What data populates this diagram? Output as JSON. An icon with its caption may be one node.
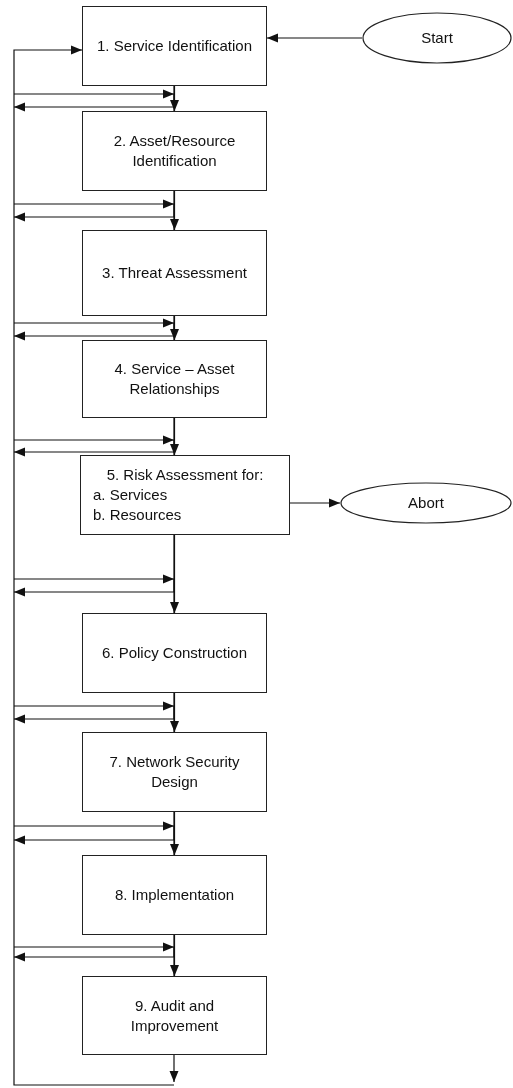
{
  "diagram": {
    "nodes": [
      {
        "text": [
          "1. Service Identification"
        ]
      },
      {
        "text": [
          "2. Asset/Resource Identification"
        ]
      },
      {
        "text": [
          "3. Threat Assessment"
        ]
      },
      {
        "text": [
          "4. Service – Asset Relationships"
        ]
      },
      {
        "text": [
          "5. Risk Assessment for:",
          "a. Services",
          "b. Resources"
        ]
      },
      {
        "text": [
          "6. Policy Construction"
        ]
      },
      {
        "text": [
          "7. Network Security Design"
        ]
      },
      {
        "text": [
          "8. Implementation"
        ]
      },
      {
        "text": [
          "9. Audit and Improvement"
        ]
      },
      {
        "text": [
          "Start"
        ]
      },
      {
        "text": [
          "Abort"
        ]
      }
    ],
    "edges": [
      {
        "from": 9,
        "to": 0,
        "arrow": "to"
      },
      {
        "from": 0,
        "to": 1,
        "arrow": "to"
      },
      {
        "from": 1,
        "to": 2,
        "arrow": "to"
      },
      {
        "from": 2,
        "to": 3,
        "arrow": "to"
      },
      {
        "from": 3,
        "to": 4,
        "arrow": "to"
      },
      {
        "from": 4,
        "to": 5,
        "arrow": "to"
      },
      {
        "from": 5,
        "to": 6,
        "arrow": "to"
      },
      {
        "from": 6,
        "to": 7,
        "arrow": "to"
      },
      {
        "from": 7,
        "to": 8,
        "arrow": "to"
      },
      {
        "from": 4,
        "to": 10,
        "arrow": "to"
      },
      {
        "from": null,
        "to": 1,
        "arrow": "to"
      },
      {
        "from": 0,
        "to": null,
        "arrow": "to"
      },
      {
        "from": null,
        "to": 2,
        "arrow": "to"
      },
      {
        "from": 1,
        "to": null,
        "arrow": "to"
      },
      {
        "from": null,
        "to": 3,
        "arrow": "to"
      },
      {
        "from": 2,
        "to": null,
        "arrow": "to"
      },
      {
        "from": null,
        "to": 4,
        "arrow": "to"
      },
      {
        "from": 3,
        "to": null,
        "arrow": "to"
      },
      {
        "from": null,
        "to": 5,
        "arrow": "to"
      },
      {
        "from": 4,
        "to": null,
        "arrow": "to"
      },
      {
        "from": null,
        "to": 6,
        "arrow": "to"
      },
      {
        "from": 5,
        "to": null,
        "arrow": "to"
      },
      {
        "from": null,
        "to": 7,
        "arrow": "to"
      },
      {
        "from": 6,
        "to": null,
        "arrow": "to"
      },
      {
        "from": null,
        "to": 8,
        "arrow": "to"
      },
      {
        "from": 7,
        "to": null,
        "arrow": "to"
      },
      {
        "from": 8,
        "to": null,
        "arrow": "to"
      },
      {
        "from": null,
        "to": 0,
        "arrow": "to"
      }
    ]
  }
}
